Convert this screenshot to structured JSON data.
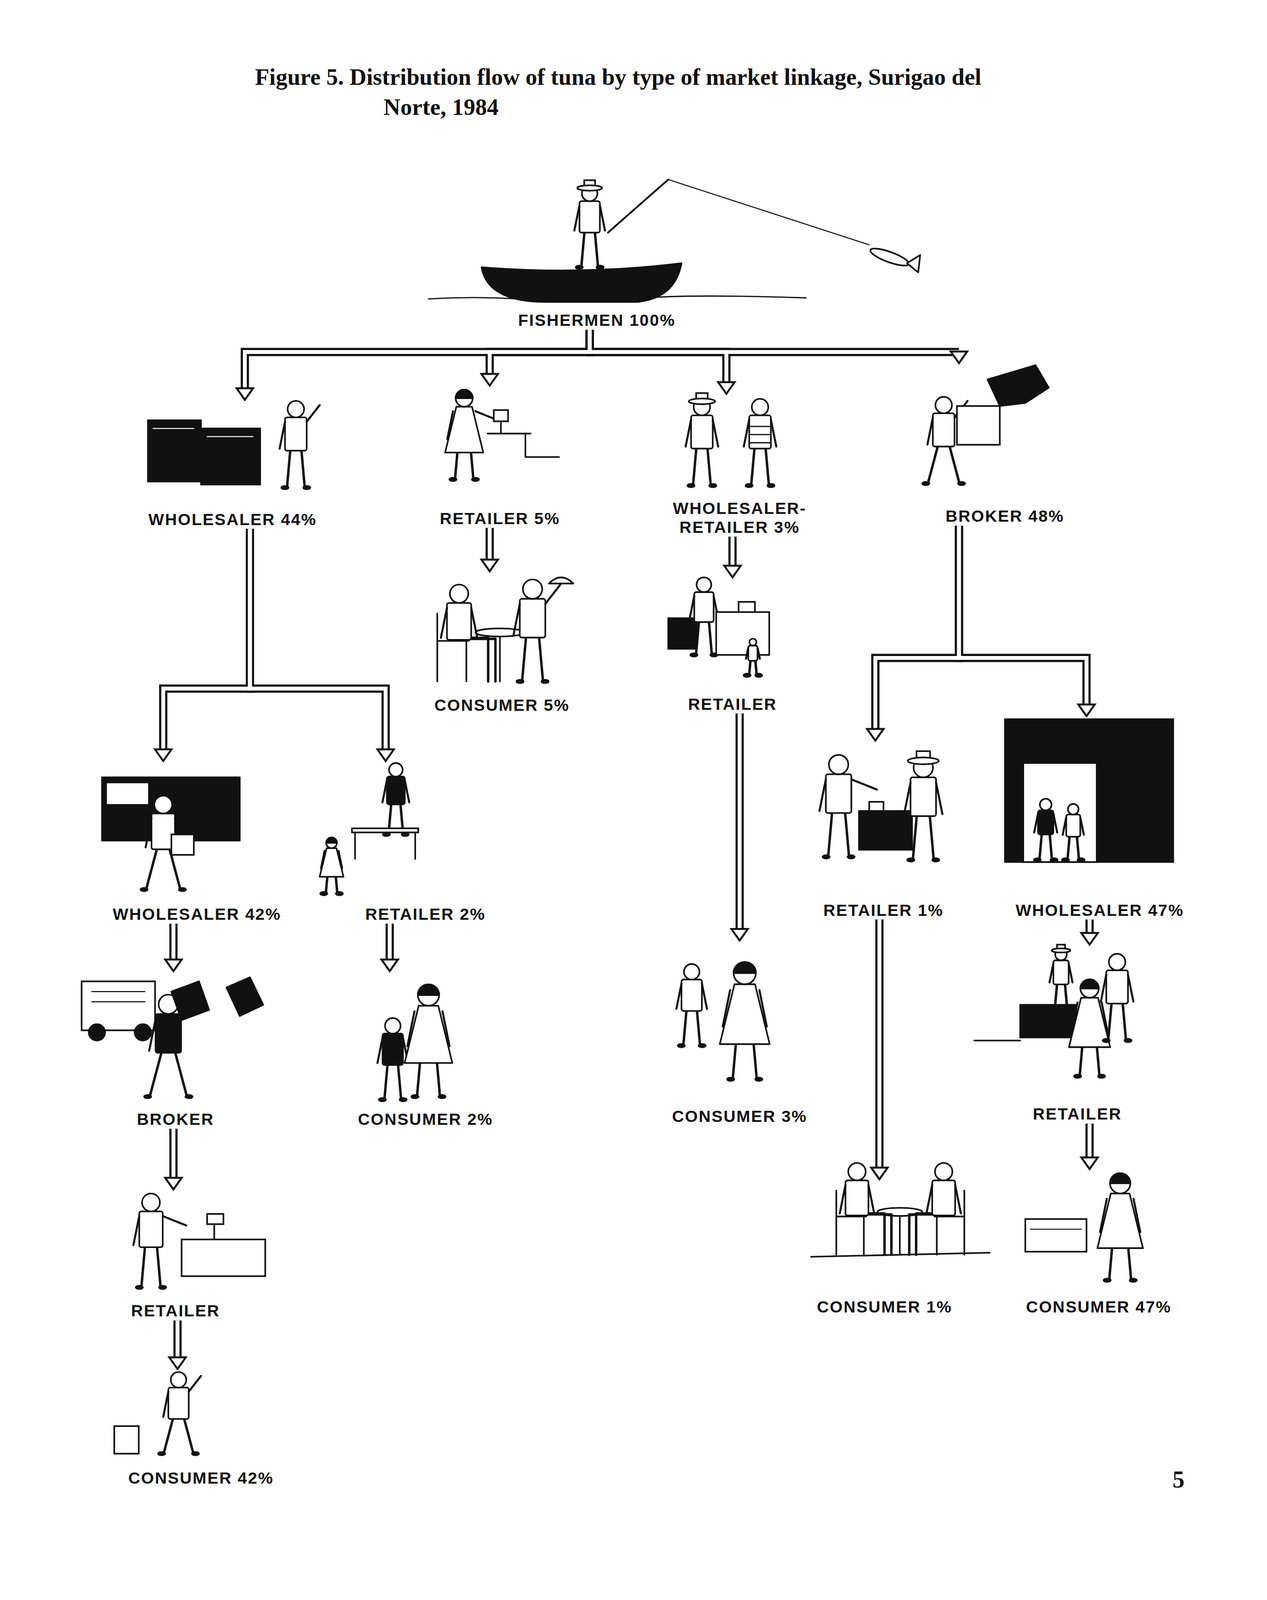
{
  "diagram": {
    "title": "Figure 5. Distribution flow of tuna by type of market linkage, Surigao del Norte, 1984",
    "nodes": [
      {
        "text": [
          "FISHERMEN 100%"
        ]
      },
      {
        "text": [
          "WHOLESALER 44%"
        ]
      },
      {
        "text": [
          "RETAILER 5%"
        ]
      },
      {
        "text": [
          "WHOLESALER-RETAILER 3%"
        ]
      },
      {
        "text": [
          "BROKER 48%"
        ]
      },
      {
        "text": [
          "CONSUMER 5%"
        ]
      },
      {
        "text": [
          "RETAILER"
        ]
      },
      {
        "text": [
          "WHOLESALER 42%"
        ]
      },
      {
        "text": [
          "RETAILER 2%"
        ]
      },
      {
        "text": [
          "RETAILER 1%"
        ]
      },
      {
        "text": [
          "WHOLESALER 47%"
        ]
      },
      {
        "text": [
          "BROKER"
        ]
      },
      {
        "text": [
          "CONSUMER 2%"
        ]
      },
      {
        "text": [
          "CONSUMER 3%"
        ]
      },
      {
        "text": [
          "RETAILER"
        ]
      },
      {
        "text": [
          "RETAILER"
        ]
      },
      {
        "text": [
          "CONSUMER 1%"
        ]
      },
      {
        "text": [
          "CONSUMER 47%"
        ]
      },
      {
        "text": [
          "CONSUMER 42%"
        ]
      }
    ],
    "edges": [
      {
        "from": 0,
        "to": 1,
        "arrow": "to"
      },
      {
        "from": 0,
        "to": 2,
        "arrow": "to"
      },
      {
        "from": 0,
        "to": 3,
        "arrow": "to"
      },
      {
        "from": 0,
        "to": 4,
        "arrow": "to"
      },
      {
        "from": 1,
        "to": 7,
        "arrow": "to"
      },
      {
        "from": 1,
        "to": 8,
        "arrow": "to"
      },
      {
        "from": 2,
        "to": 5,
        "arrow": "to"
      },
      {
        "from": 3,
        "to": 6,
        "arrow": "to"
      },
      {
        "from": 4,
        "to": 9,
        "arrow": "to"
      },
      {
        "from": 4,
        "to": 10,
        "arrow": "to"
      },
      {
        "from": 7,
        "to": 11,
        "arrow": "to"
      },
      {
        "from": 11,
        "to": 15,
        "arrow": "to"
      },
      {
        "from": 15,
        "to": 18,
        "arrow": "to"
      },
      {
        "from": 8,
        "to": 12,
        "arrow": "to"
      },
      {
        "from": 6,
        "to": 13,
        "arrow": "to"
      },
      {
        "from": 9,
        "to": 16,
        "arrow": "to"
      },
      {
        "from": 10,
        "to": 14,
        "arrow": "to"
      },
      {
        "from": 14,
        "to": 17,
        "arrow": "to"
      }
    ],
    "labels": [
      "5"
    ]
  }
}
